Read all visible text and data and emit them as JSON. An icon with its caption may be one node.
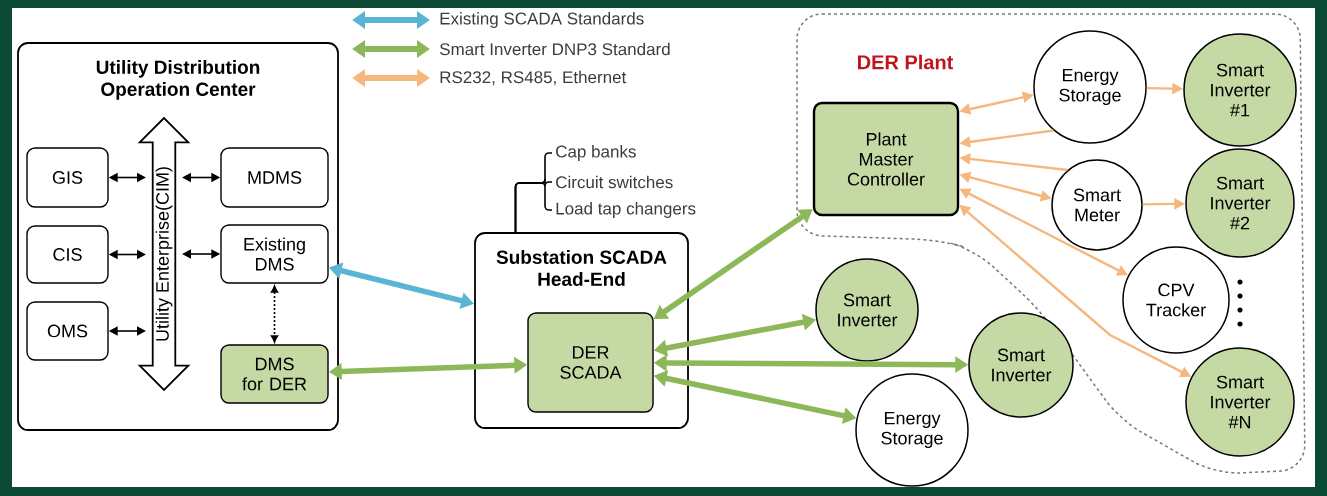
{
  "diagram": {
    "nodes": [
      {
        "text": [
          "Utility Distribution Operation Center"
        ]
      },
      {
        "text": [
          "GIS"
        ],
        "in": 0
      },
      {
        "text": [
          "CIS"
        ],
        "in": 0
      },
      {
        "text": [
          "OMS"
        ],
        "in": 0
      },
      {
        "text": [
          "Utility Enterprise(CIM)"
        ],
        "in": 0
      },
      {
        "text": [
          "MDMS"
        ],
        "in": 0
      },
      {
        "text": [
          "Existing DMS"
        ],
        "in": 0
      },
      {
        "text": [
          "DMS for DER"
        ],
        "in": 0
      },
      {
        "text": [
          "Substation SCADA Head-End"
        ]
      },
      {
        "text": [
          "DER SCADA"
        ],
        "in": 8
      },
      {
        "text": [
          "DER Plant"
        ]
      },
      {
        "text": [
          "Plant Master Controller"
        ],
        "in": 10
      },
      {
        "text": [
          "Energy Storage"
        ],
        "in": 10
      },
      {
        "text": [
          "Smart Inverter #1"
        ],
        "in": 10
      },
      {
        "text": [
          "Smart Meter"
        ],
        "in": 10
      },
      {
        "text": [
          "Smart Inverter #2"
        ],
        "in": 10
      },
      {
        "text": [
          "CPV Tracker"
        ],
        "in": 10
      },
      {
        "text": [
          "Smart Inverter #N"
        ],
        "in": 10
      },
      {
        "text": [
          "Smart Inverter"
        ]
      },
      {
        "text": [
          "Smart Inverter"
        ]
      },
      {
        "text": [
          "Energy Storage"
        ]
      },
      {
        "text": [
          "Cap banks"
        ]
      },
      {
        "text": [
          "Circuit switches"
        ]
      },
      {
        "text": [
          "Load tap changers"
        ]
      }
    ],
    "edges": [
      {
        "from": 1,
        "to": 4,
        "arrow": "both",
        "color": "#000000"
      },
      {
        "from": 2,
        "to": 4,
        "arrow": "both",
        "color": "#000000"
      },
      {
        "from": 3,
        "to": 4,
        "arrow": "both",
        "color": "#000000"
      },
      {
        "from": 5,
        "to": 4,
        "arrow": "both",
        "color": "#000000"
      },
      {
        "from": 6,
        "to": 4,
        "arrow": "both",
        "color": "#000000"
      },
      {
        "from": 6,
        "to": 7,
        "arrow": "both",
        "style": "dashed",
        "color": "#000000"
      },
      {
        "from": 6,
        "to": 8,
        "arrow": "both",
        "style": "thick",
        "color": "#5ab4d4"
      },
      {
        "from": 7,
        "to": 9,
        "arrow": "both",
        "style": "thick",
        "color": "#8db85a"
      },
      {
        "from": 9,
        "to": 11,
        "arrow": "both",
        "style": "thick",
        "color": "#8db85a"
      },
      {
        "from": 9,
        "to": 18,
        "arrow": "both",
        "style": "thick",
        "color": "#8db85a"
      },
      {
        "from": 9,
        "to": 19,
        "arrow": "both",
        "style": "thick",
        "color": "#8db85a"
      },
      {
        "from": 9,
        "to": 20,
        "arrow": "both",
        "style": "thick",
        "color": "#8db85a"
      },
      {
        "from": 11,
        "to": 12,
        "arrow": "both",
        "color": "#f5b77e"
      },
      {
        "from": 12,
        "to": 11,
        "arrow": "to",
        "color": "#f5b77e"
      },
      {
        "from": 12,
        "to": 13,
        "arrow": "to",
        "color": "#f5b77e"
      },
      {
        "from": 14,
        "to": 11,
        "arrow": "to",
        "color": "#f5b77e"
      },
      {
        "from": 11,
        "to": 14,
        "arrow": "both",
        "color": "#f5b77e"
      },
      {
        "from": 14,
        "to": 15,
        "arrow": "to",
        "color": "#f5b77e"
      },
      {
        "from": 11,
        "to": 16,
        "arrow": "both",
        "color": "#f5b77e"
      },
      {
        "from": 11,
        "to": 17,
        "arrow": "both",
        "color": "#f5b77e"
      },
      {
        "from": 8,
        "to": 21,
        "arrow": "none",
        "color": "#000000"
      },
      {
        "from": 8,
        "to": 22,
        "arrow": "none",
        "color": "#000000"
      },
      {
        "from": 8,
        "to": 23,
        "arrow": "none",
        "color": "#000000"
      }
    ],
    "legend": [
      {
        "text": "Existing SCADA Standards",
        "color": "#5ab4d4"
      },
      {
        "text": "Smart Inverter DNP3 Standard",
        "color": "#8db85a"
      },
      {
        "text": "RS232, RS485, Ethernet",
        "color": "#f5b77e"
      }
    ]
  }
}
